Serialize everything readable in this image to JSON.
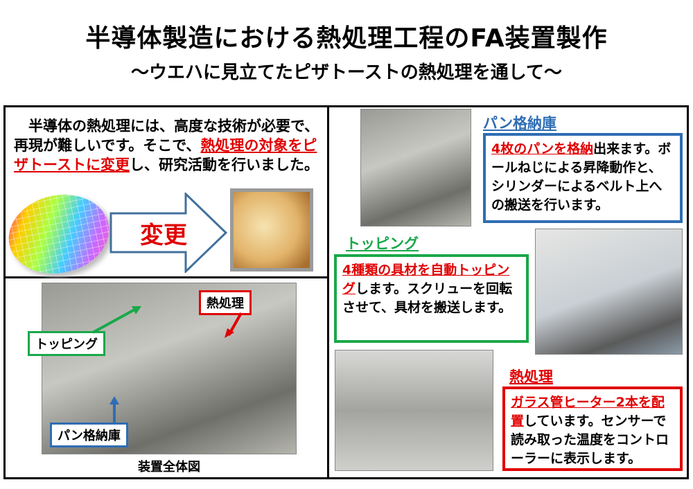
{
  "title": "半導体製造における熱処理工程のFA装置製作",
  "subtitle": "～ウエハに見立てたピザトーストの熱処理を通して～",
  "intro": {
    "part1": "　半導体の熱処理には、高度な技術が必要で、再現が難しいです。そこで、",
    "highlight": "熱処理の対象をピザトーストに変更",
    "part2": "し、研究活動を行いました。"
  },
  "arrow_label": "変更",
  "overview": {
    "caption": "装置全体図",
    "label_heat": "熱処理",
    "label_topping": "トッピング",
    "label_storage": "パン格納庫"
  },
  "storage": {
    "heading": "パン格納庫",
    "highlight": "4枚のパンを格納",
    "text": "出来ます。ボールねじによる昇降動作と、シリンダーによるベルト上への搬送を行います。"
  },
  "topping": {
    "heading": "トッピング",
    "highlight": "4種類の具材を自動トッピング",
    "text": "します。スクリューを回転させて、具材を搬送します。"
  },
  "heat": {
    "heading": "熱処理",
    "highlight": "ガラス管ヒーター2本を配置",
    "text": "しています。センサーで読み取った温度をコントローラーに表示します。"
  },
  "colors": {
    "red": "#e00000",
    "blue": "#2e6db4",
    "green": "#1aa84a"
  }
}
